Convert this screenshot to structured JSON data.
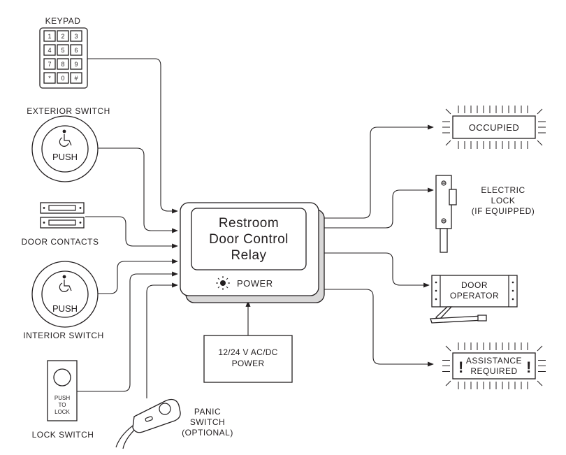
{
  "keypad": {
    "label": "KEYPAD",
    "keys": [
      "1",
      "2",
      "3",
      "4",
      "5",
      "6",
      "7",
      "8",
      "9",
      "*",
      "0",
      "#"
    ],
    "icon": "keypad-icon"
  },
  "exterior_switch": {
    "label": "EXTERIOR SWITCH",
    "push_text": "PUSH",
    "icon": "wheelchair-icon"
  },
  "door_contacts": {
    "label": "DOOR CONTACTS",
    "icon": "door-contacts-icon"
  },
  "interior_switch": {
    "label": "INTERIOR SWITCH",
    "push_text": "PUSH",
    "icon": "wheelchair-icon"
  },
  "lock_switch": {
    "label": "LOCK SWITCH",
    "line1": "PUSH",
    "line2": "TO",
    "line3": "LOCK"
  },
  "panic_switch": {
    "line1": "PANIC",
    "line2": "SWITCH",
    "line3": "(OPTIONAL)",
    "icon": "key-fob-icon"
  },
  "relay": {
    "line1": "Restroom",
    "line2": "Door Control",
    "line3": "Relay",
    "power_label": "POWER",
    "power_icon": "power-led-icon"
  },
  "power_supply": {
    "line1": "12/24 V AC/DC",
    "line2": "POWER"
  },
  "occupied_sign": {
    "label": "OCCUPIED"
  },
  "electric_lock": {
    "line1": "ELECTRIC",
    "line2": "LOCK",
    "line3": "(IF EQUIPPED)"
  },
  "door_operator": {
    "line1": "DOOR",
    "line2": "OPERATOR"
  },
  "assistance_sign": {
    "line1": "ASSISTANCE",
    "line2": "REQUIRED",
    "mark": "!"
  }
}
